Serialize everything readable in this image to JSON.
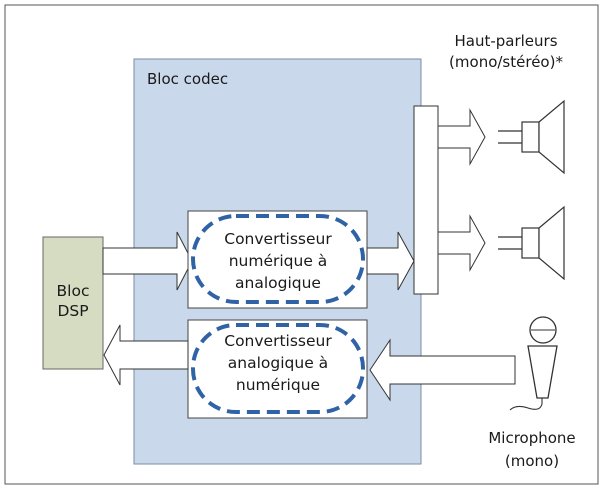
{
  "diagram": {
    "speakers_label_line1": "Haut-parleurs",
    "speakers_label_line2": "(mono/stéréo)*",
    "codec_block_label": "Bloc codec",
    "dsp_label_line1": "Bloc",
    "dsp_label_line2": "DSP",
    "dac_line1": "Convertisseur",
    "dac_line2": "numérique à",
    "dac_line3": "analogique",
    "adc_line1": "Convertisseur",
    "adc_line2": "analogique à",
    "adc_line3": "numérique",
    "mic_label_line1": "Microphone",
    "mic_label_line2": "(mono)"
  },
  "colors": {
    "codec_fill": "#c9d8ea",
    "dsp_fill": "#d6dcc2",
    "dashed_outline": "#3063a6",
    "stroke": "#333333"
  }
}
